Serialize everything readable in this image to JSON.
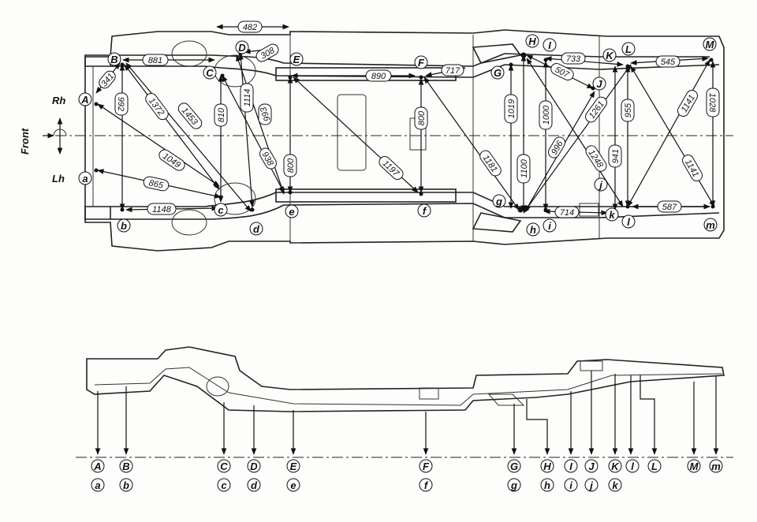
{
  "orientation": {
    "front": "Front",
    "rh": "Rh",
    "lh": "Lh"
  },
  "points_upper": [
    "A",
    "B",
    "C",
    "D",
    "E",
    "F",
    "G",
    "H",
    "I",
    "J",
    "K",
    "L",
    "M"
  ],
  "points_lower": [
    "a",
    "b",
    "c",
    "d",
    "e",
    "f",
    "g",
    "h",
    "i",
    "j",
    "k",
    "l",
    "m"
  ],
  "dimensions": [
    "482",
    "881",
    "341",
    "992",
    "1372",
    "1453",
    "810",
    "1114",
    "993",
    "308",
    "938",
    "800",
    "1049",
    "865",
    "1148",
    "890",
    "717",
    "800",
    "1197",
    "1181",
    "1019",
    "1100",
    "1000",
    "996",
    "507",
    "733",
    "1261",
    "1248",
    "955",
    "941",
    "1141",
    "1028",
    "1141",
    "545",
    "587",
    "714"
  ]
}
